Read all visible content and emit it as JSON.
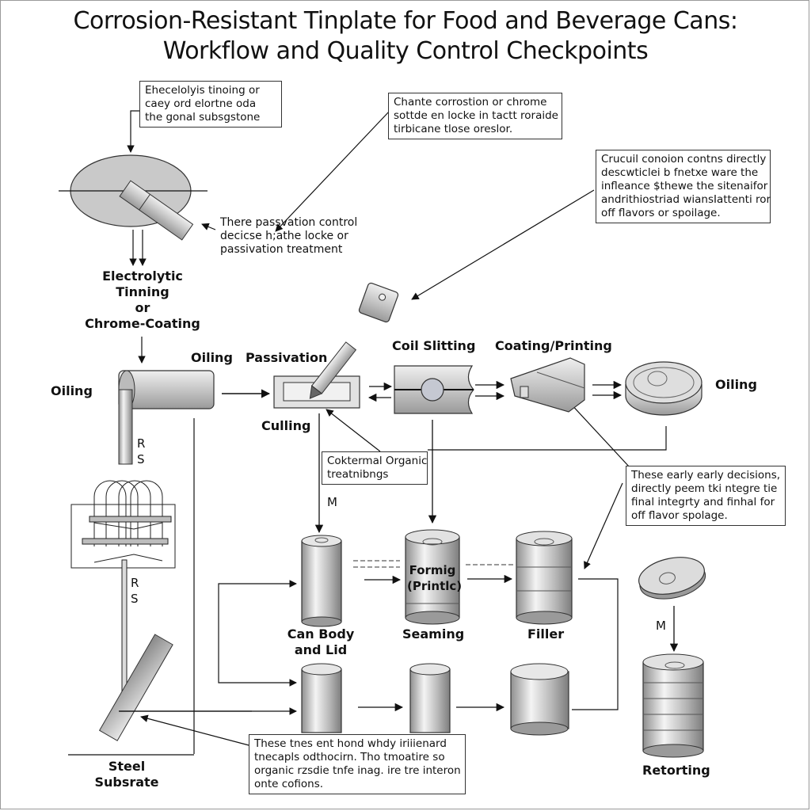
{
  "title": {
    "line1": "Corrosion-Resistant Tinplate for Food and Beverage Cans:",
    "line2": "Workflow and Quality Control Checkpoints"
  },
  "callouts": {
    "top_left": [
      "Ehecelolyis tinoing or",
      "caey ord elortne oda",
      "the gonal subsgstone"
    ],
    "top_center": [
      "Chante corrostion or chrome",
      "sottde en locke in tactt roraide",
      "tirbicane tlose oreslor."
    ],
    "top_right": [
      "Crucuil conoion contns directly",
      "descwticlei b fnetxe ware the",
      "infleance $thewe the sitenaifor",
      "andrithiostriad wiansIattenti ror",
      "off flavors or spoilage."
    ],
    "passivation_note": [
      "There passvation control",
      "decicse h;athe locke or",
      "passivation treatment"
    ],
    "organic": [
      "Coktermal Organic",
      "treatnibngs"
    ],
    "early_decisions": [
      "These early early decisions,",
      "directly peem tki ntegre tie",
      "final integrty and finhal for",
      "off flavor spolage."
    ],
    "bottom": [
      "These tnes ent hond whdy iriiienard",
      "tnecapls odthocirn. Tho tmoatire so",
      "organic rzsdie tnfe inag. ire tre interon",
      "onte cofions."
    ]
  },
  "stages": {
    "electrolytic": [
      "Electrolytic",
      "Tinning",
      "or",
      "Chrome-Coating"
    ],
    "oiling_left": "Oiling",
    "oiling_top": "Oiling",
    "passivation": "Passivation",
    "culling": "Culling",
    "coil_slitting": "Coil Slitting",
    "coating_printing": "Coating/Printing",
    "oiling_right": "Oiling",
    "can_body": [
      "Can Body",
      "and Lid"
    ],
    "seaming": "Seaming",
    "forming_overlay": [
      "Formig",
      "(Printlc)"
    ],
    "filler": "Filler",
    "retorting": "Retorting",
    "steel_substrate": [
      "Steel",
      "Subsrate"
    ]
  },
  "markers": {
    "rs_upper": [
      "R",
      "S"
    ],
    "rs_lower": [
      "R",
      "S"
    ],
    "m_center": "M",
    "m_right": "M"
  },
  "colors": {
    "metal_light": "#f2f2f2",
    "metal_mid": "#bdbdbd",
    "metal_dark": "#8a8a8a",
    "line": "#111111",
    "disc": "#c8c8c8",
    "slit_circle": "#c5c8d2"
  }
}
